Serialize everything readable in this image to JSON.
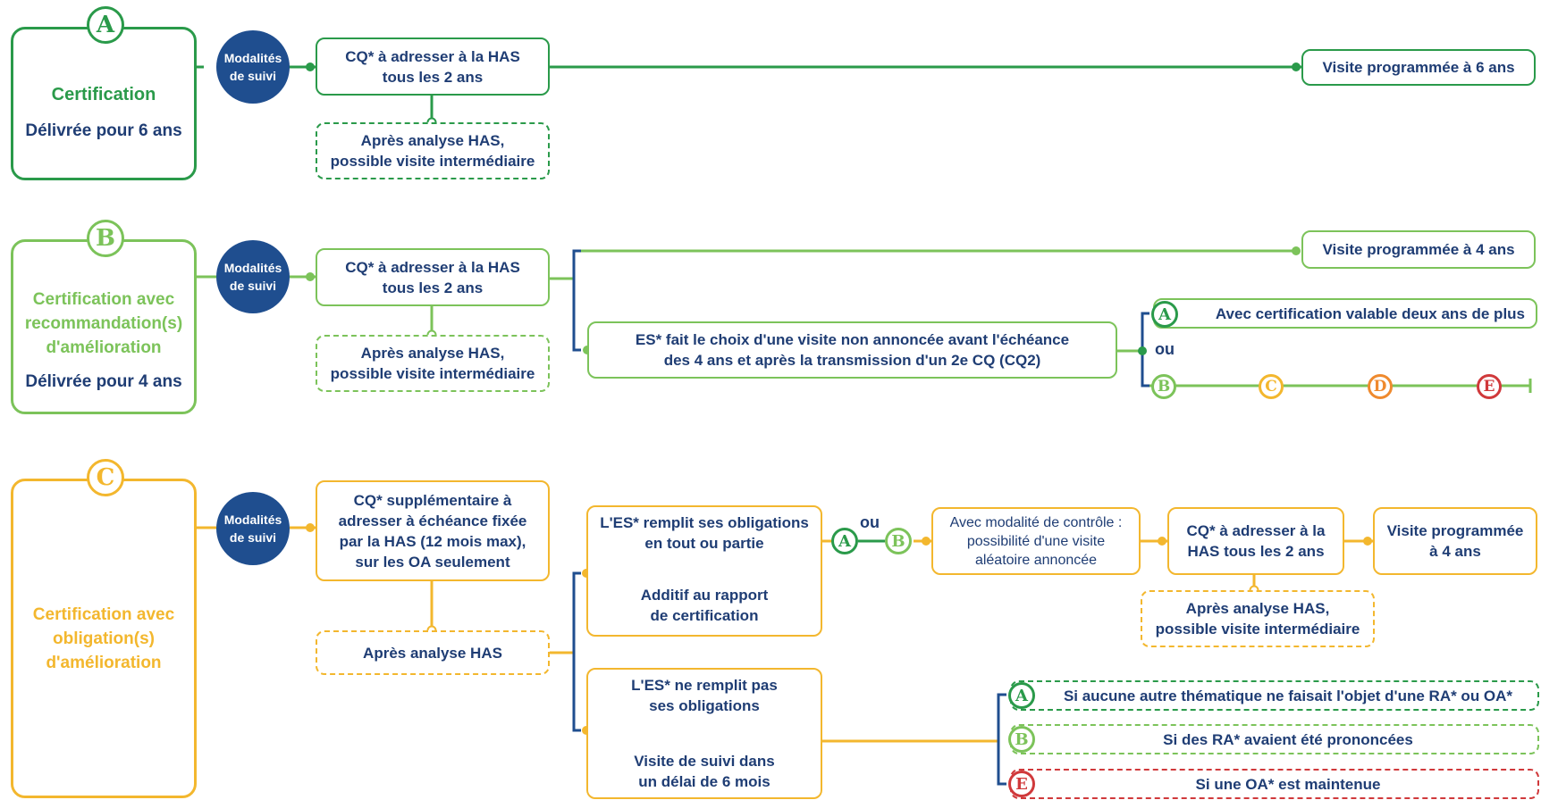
{
  "colors": {
    "green": "#2a9a4a",
    "light_green": "#7cc35a",
    "yellow": "#f3b72e",
    "orange": "#ef8a2e",
    "red": "#d0393b",
    "navy": "#1f4e8f",
    "text": "#1f3d74"
  },
  "section_a": {
    "letter": "A",
    "title": "Certification",
    "subtitle": "Délivrée pour 6 ans",
    "modalites_line1": "Modalités",
    "modalites_line2": "de suivi",
    "cq_line1": "CQ* à adresser à la HAS",
    "cq_line2": "tous les 2 ans",
    "analyse_line1": "Après analyse HAS,",
    "analyse_line2": "possible visite intermédiaire",
    "visite": "Visite programmée à 6 ans"
  },
  "section_b": {
    "letter": "B",
    "title_line1": "Certification avec",
    "title_line2": "recommandation(s)",
    "title_line3": "d'amélioration",
    "subtitle": "Délivrée pour 4 ans",
    "modalites_line1": "Modalités",
    "modalites_line2": "de suivi",
    "cq_line1": "CQ* à adresser à la HAS",
    "cq_line2": "tous les 2 ans",
    "analyse_line1": "Après analyse HAS,",
    "analyse_line2": "possible visite intermédiaire",
    "visite": "Visite programmée à 4 ans",
    "es_line1": "ES* fait le choix d'une visite non annoncée avant l'échéance",
    "es_line2": "des 4 ans et après la transmission d'un 2e CQ (CQ2)",
    "ou": "ou",
    "option_a_letter": "A",
    "option_a_text": "Avec certification valable deux ans de plus",
    "chain": [
      "B",
      "C",
      "D",
      "E"
    ]
  },
  "section_c": {
    "letter": "C",
    "title_line1": "Certification avec",
    "title_line2": "obligation(s)",
    "title_line3": "d'amélioration",
    "modalites_line1": "Modalités",
    "modalites_line2": "de suivi",
    "cq_line1": "CQ* supplémentaire à",
    "cq_line2": "adresser à échéance fixée",
    "cq_line3": "par la HAS (12 mois max),",
    "cq_line4": "sur les OA seulement",
    "analyse": "Après analyse HAS",
    "remplit_line1": "L'ES* remplit ses obligations",
    "remplit_line2": "en tout ou partie",
    "additif_line1": "Additif au rapport",
    "additif_line2": "de certification",
    "ou": "ou",
    "ab_letters": [
      "A",
      "B"
    ],
    "controle_line1": "Avec modalité de contrôle :",
    "controle_line2": "possibilité d'une visite",
    "controle_line3": "aléatoire annoncée",
    "cq2_line1": "CQ* à adresser à la",
    "cq2_line2": "HAS tous les 2 ans",
    "visite_line1": "Visite programmée",
    "visite_line2": "à 4 ans",
    "analyse2_line1": "Après analyse HAS,",
    "analyse2_line2": "possible visite intermédiaire",
    "nonremplit_line1": "L'ES* ne remplit pas",
    "nonremplit_line2": "ses obligations",
    "suivi_line1": "Visite de suivi dans",
    "suivi_line2": "un délai de 6 mois",
    "outcome_a_letter": "A",
    "outcome_a": "Si aucune autre thématique ne faisait l'objet d'une RA* ou OA*",
    "outcome_b_letter": "B",
    "outcome_b": "Si des RA* avaient été prononcées",
    "outcome_e_letter": "E",
    "outcome_e": "Si une OA* est maintenue"
  }
}
